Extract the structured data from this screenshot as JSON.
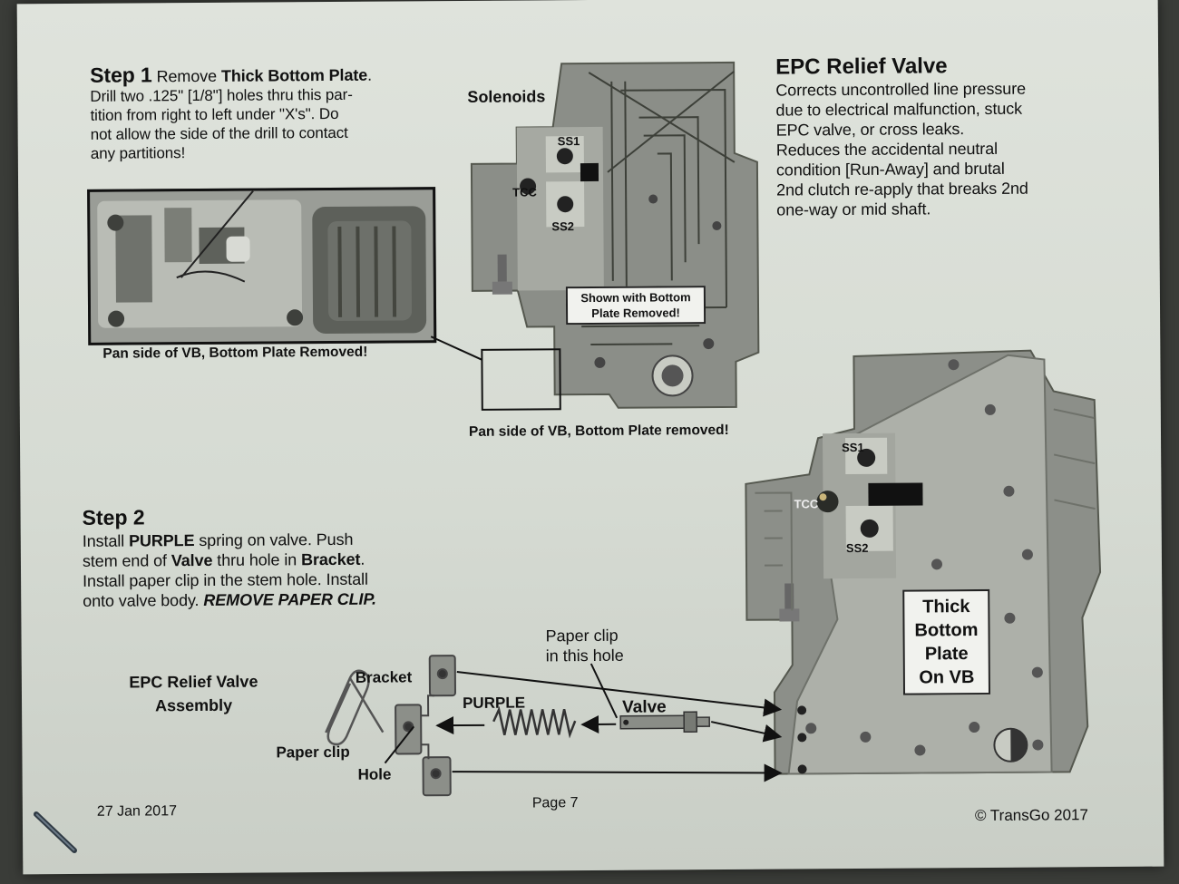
{
  "step1": {
    "heading": "Step 1",
    "lead": "Remove ",
    "lead_bold": "Thick Bottom Plate",
    "lead_end": ".",
    "body_lines": [
      "Drill two .125\" [1/8\"] holes thru this par-",
      "tition from right to left under \"X's\". Do",
      "not allow the side of the drill to contact",
      "any partitions!"
    ],
    "photo_caption": "Pan side of VB, Bottom Plate Removed!"
  },
  "center_photo": {
    "solenoids_label": "Solenoids",
    "ss1": "SS1",
    "tcc": "TCC",
    "ss2": "SS2",
    "note_line1": "Shown with Bottom",
    "note_line2": "Plate Removed!",
    "caption": "Pan side of VB, Bottom Plate removed!"
  },
  "epc": {
    "title": "EPC Relief Valve",
    "lines": [
      "Corrects uncontrolled line pressure",
      "due to electrical malfunction, stuck",
      "EPC valve, or cross leaks.",
      "Reduces the accidental neutral",
      "condition [Run-Away] and brutal",
      "2nd clutch re-apply that breaks 2nd",
      "one-way or mid shaft."
    ]
  },
  "step2": {
    "heading": "Step 2",
    "line1_a": "Install ",
    "line1_b": "PURPLE",
    "line1_c": " spring on valve. Push",
    "line2_a": "stem end of ",
    "line2_b": "Valve",
    "line2_c": " thru hole in ",
    "line2_d": "Bracket",
    "line2_e": ".",
    "line3": "Install paper clip in the stem hole.  Install",
    "line4_a": "onto valve body.  ",
    "line4_b": "REMOVE PAPER CLIP."
  },
  "assembly": {
    "title_line1": "EPC Relief Valve",
    "title_line2": "Assembly",
    "paper_clip": "Paper clip",
    "bracket": "Bracket",
    "hole": "Hole",
    "purple": "PURPLE",
    "valve": "Valve",
    "clip_hole_line1": "Paper clip",
    "clip_hole_line2": "in this hole"
  },
  "right_photo": {
    "ss1": "SS1",
    "tcc": "TCC",
    "ss2": "SS2",
    "plate_line1": "Thick",
    "plate_line2": "Bottom",
    "plate_line3": "Plate",
    "plate_line4": "On VB"
  },
  "footer": {
    "date": "27 Jan 2017",
    "page": "Page 7",
    "copyright": "© TransGo 2017"
  }
}
